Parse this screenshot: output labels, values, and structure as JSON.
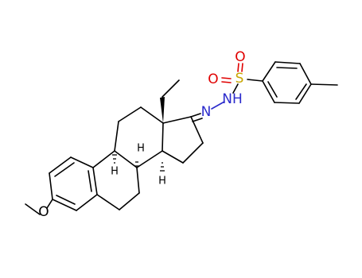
{
  "molecule": {
    "atoms": {
      "methoxy_o": {
        "label": "O",
        "color": "#000000"
      },
      "sulfur": {
        "label": "S",
        "color": "#c9a600"
      },
      "sulfonyl_o_top": {
        "label": "O",
        "color": "#e00000"
      },
      "sulfonyl_o_left": {
        "label": "O",
        "color": "#e00000"
      },
      "hydrazone_n": {
        "label": "N",
        "color": "#2b2bcc"
      },
      "hydrazone_nh": {
        "label": "NH",
        "color": "#2b2bcc"
      },
      "h_9": {
        "label": "H"
      },
      "h_8": {
        "label": "H"
      },
      "h_14": {
        "label": "H"
      }
    }
  }
}
